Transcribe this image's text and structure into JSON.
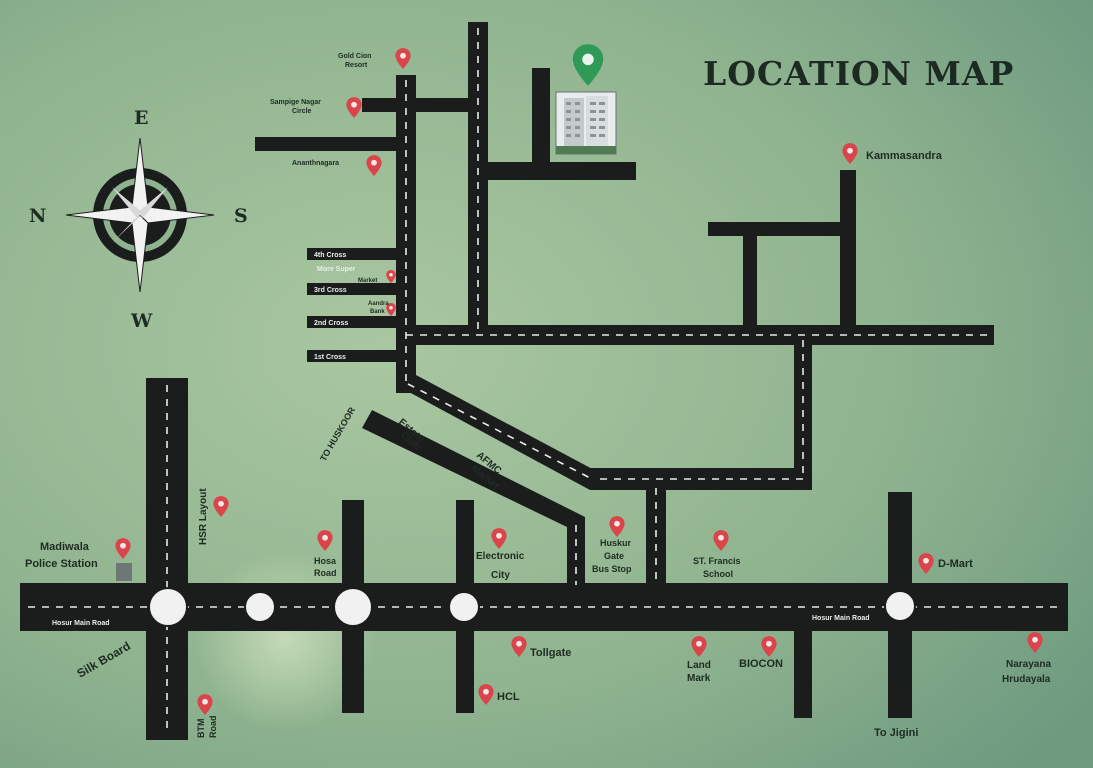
{
  "map": {
    "title": "LOCATION MAP",
    "compass": {
      "top": "E",
      "bottom": "W",
      "left": "N",
      "right": "S"
    },
    "landmarks": {
      "gold_cion_line1": "Gold Cion",
      "gold_cion_line2": "Resort",
      "sampige_line1": "Sampige Nagar",
      "sampige_line2": "Circle",
      "ananthnagara": "Ananthnagara",
      "kammasandra": "Kammasandra",
      "more_line1": "More Super",
      "more_line2": "Market",
      "andhra_line1": "Aandra",
      "andhra_line2": "Bank",
      "madiwala_line1": "Madiwala",
      "madiwala_line2": "Police Station",
      "hsr": "HSR Layout",
      "hosa_line1": "Hosa",
      "hosa_line2": "Road",
      "electronic_line1": "Electronic",
      "electronic_line2": "City",
      "huskur_line1": "Huskur",
      "huskur_line2": "Gate",
      "huskur_line3": "Bus Stop",
      "stfrancis_line1": "ST. Francis",
      "stfrancis_line2": "School",
      "dmart": "D-Mart",
      "tollgate": "Tollgate",
      "hcl": "HCL",
      "landmark_line1": "Land",
      "landmark_line2": "Mark",
      "biocon": "BIOCON",
      "narayana_line1": "Narayana",
      "narayana_line2": "Hrudayala",
      "silk_board": "Silk Board",
      "btm_line1": "BTM",
      "btm_line2": "Road",
      "to_jigini": "To Jigini",
      "to_huskoor": "TO HUSKOOR",
      "estate_line1": "Estate",
      "estate_line2": "Club",
      "afmc_line1": "AFMC",
      "afmc_line2": "Market"
    },
    "road_labels": {
      "hosur_main_road_left": "Hosur Main Road",
      "hosur_main_road_right": "Hosur Main Road",
      "cross_4th": "4th Cross",
      "cross_3rd": "3rd Cross",
      "cross_2nd": "2nd Cross",
      "cross_1st": "1st Cross"
    },
    "colors": {
      "road": "#1b1d1c",
      "pin": "#d9454b",
      "project_pin": "#2f9a58",
      "text": "#1e2b22"
    }
  }
}
